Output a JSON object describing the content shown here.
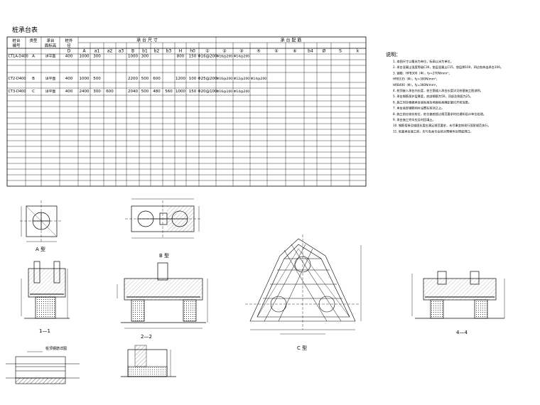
{
  "table": {
    "title": "桩承台表",
    "headers": {
      "pile_no": "桩台编号",
      "type": "类型",
      "cap_elev": "承台面标高",
      "pile_dia": "桩外径",
      "dims_group": "承 台 尺 寸",
      "rebar_group": "承 台 配 筋"
    },
    "sub_headers": [
      "D",
      "A",
      "a1",
      "a2",
      "a3",
      "B",
      "b1",
      "b2",
      "b3",
      "H",
      "h0",
      "①",
      "②",
      "③",
      "④",
      "⑤",
      "⑥",
      "b4",
      "Ø",
      "S",
      "k"
    ],
    "rows": [
      {
        "code": "CT1A-D400",
        "type": "A",
        "elev": "详平面",
        "cells": [
          "400",
          "1000",
          "300",
          "",
          "",
          "1000",
          "300",
          "",
          "",
          "800",
          "150",
          "Φ16@200",
          "Φ16@200",
          "Φ14@200",
          "",
          "",
          "",
          "",
          "",
          "",
          ""
        ]
      },
      {
        "code": "CT2-D400",
        "type": "B",
        "elev": "详平面",
        "cells": [
          "400",
          "1000",
          "500",
          "",
          "",
          "2200",
          "500",
          "600",
          "",
          "1200",
          "100",
          "Φ25@200",
          "Φ16@200",
          "Φ12@200",
          "Φ14@200",
          "",
          "",
          "",
          "",
          "",
          ""
        ]
      },
      {
        "code": "CT3-D400",
        "type": "C",
        "elev": "详平面",
        "cells": [
          "400",
          "2400",
          "300",
          "600",
          "",
          "2040",
          "500",
          "480",
          "560",
          "1000",
          "150",
          "Φ20@100",
          "Φ16@100",
          "Φ14@200",
          "",
          "",
          "",
          "",
          "",
          "",
          ""
        ]
      }
    ]
  },
  "notes": {
    "title": "说明：",
    "lines": [
      "1. 本图尺寸以毫米为单位，标高以米为单位。",
      "2. 承台混凝土强度等级C30，垫层混凝土C15，垫层厚100，四边各伸出承台100。",
      "3. 钢筋：HPB300（Φ），fy=270N/mm²；",
      "   HRB335（Φ），fy=300N/mm²；",
      "   HRB400（Φ），fy=360N/mm²。",
      "4. 桩顶嵌入承台内长度，桩主筋锚入承台长度详见桩基施工图说明。",
      "5. 承台钢筋保护层厚度，底部钢筋为50，顶部及侧面为25。",
      "6. 施工时应根据承台底标高及地面标高确定基坑开挖深度。",
      "7. 承台底部钢筋网片设置在桩顶之上。",
      "8. 施工前应核实桩位，桩位偏差超过规范要求时应通知设计单位处理。",
      "9. 承台施工完毕应及时回填土。",
      "10. 钢筋搭接及锚固长度应满足规范要求，未尽事宜按现行国家规范执行。",
      "11. 桩基承台施工前，应与有关专业核对预埋件及预留洞口。"
    ]
  },
  "views": {
    "plan_a": "A 型",
    "plan_b": "B 型",
    "plan_c": "C 型",
    "sec_1": "1—1",
    "sec_2": "2—2",
    "sec_4": "4—4",
    "detail_label": "桩顶钢筋详图"
  }
}
